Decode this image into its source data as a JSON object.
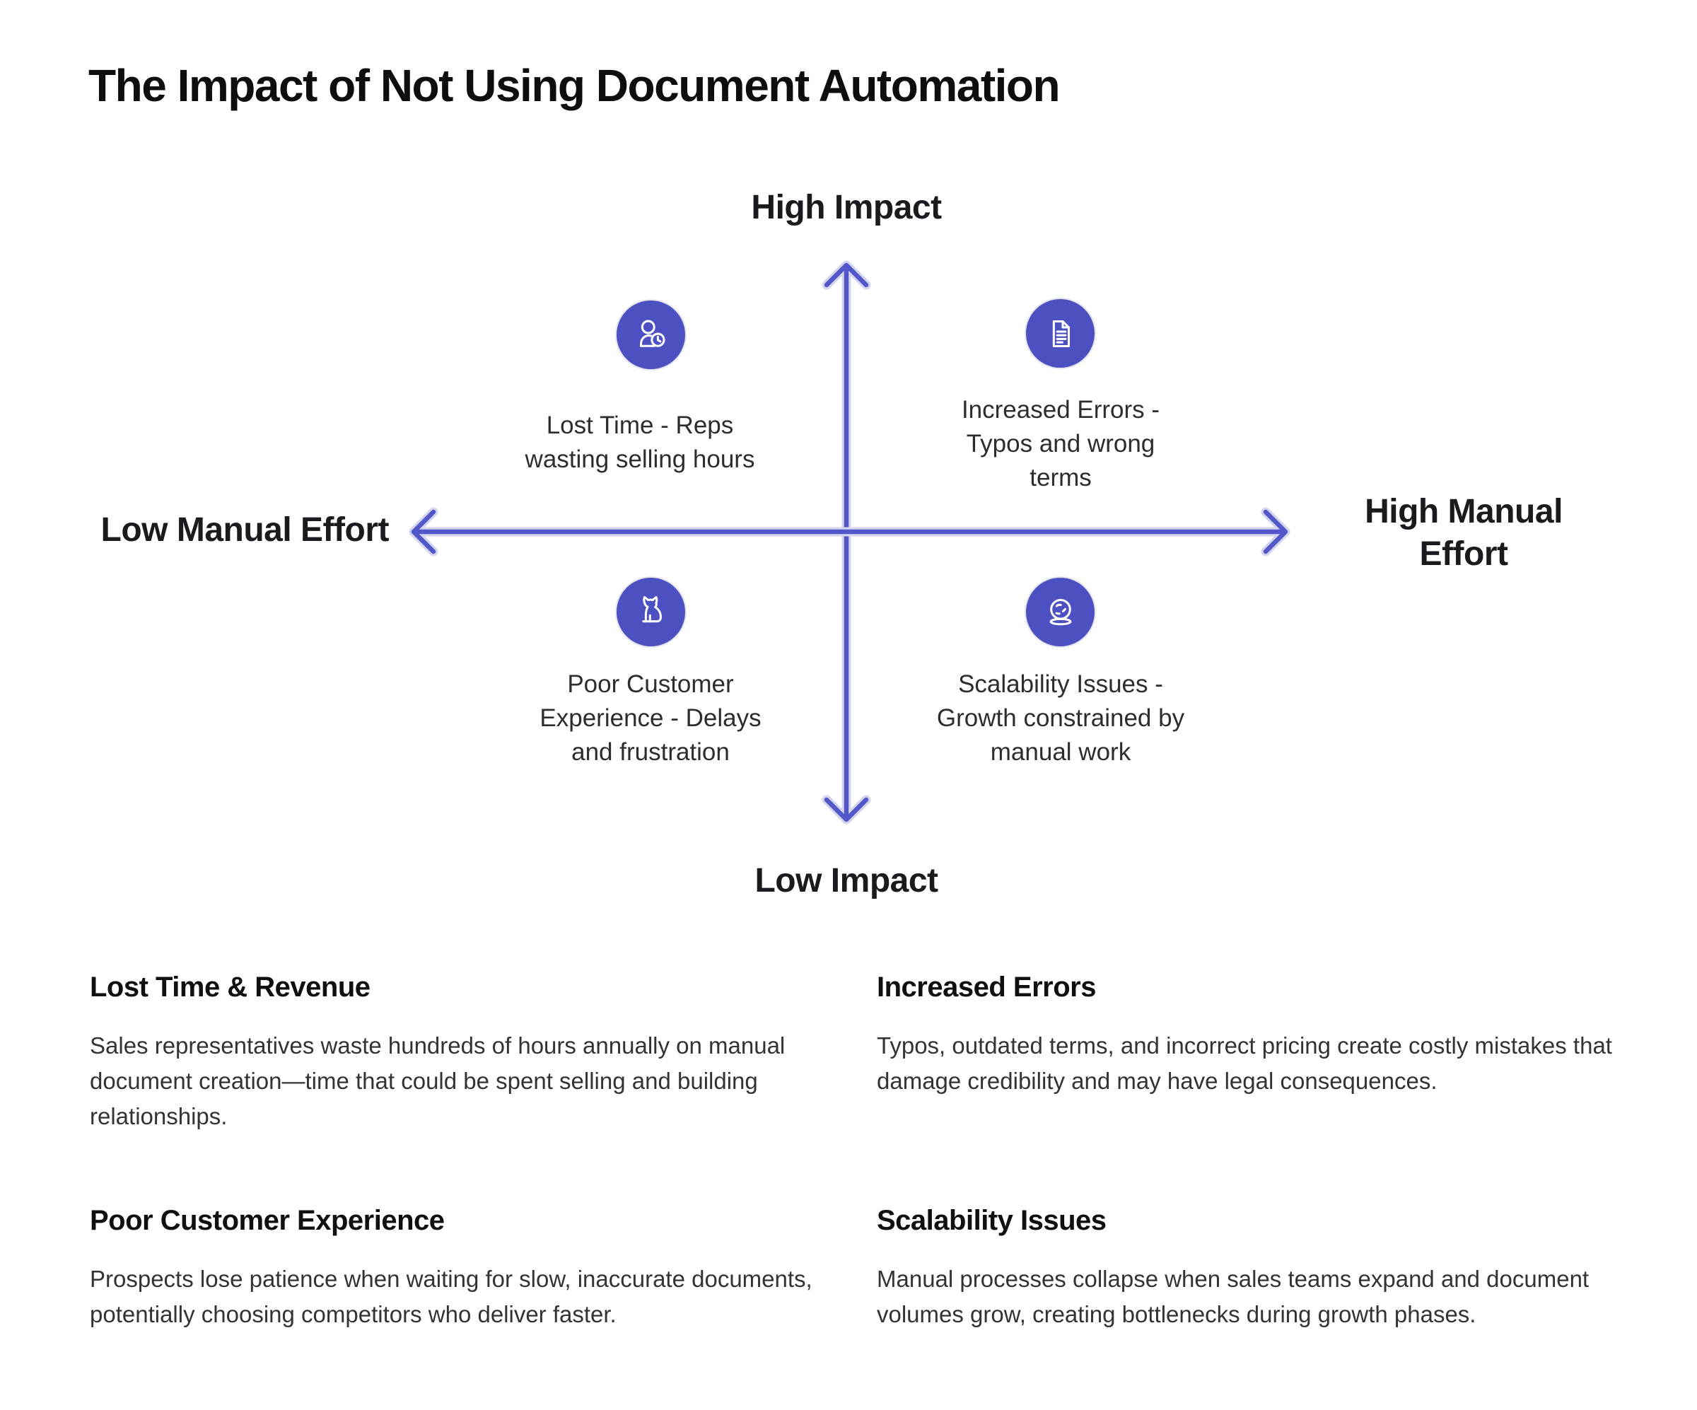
{
  "page": {
    "title": "The Impact of Not Using Document Automation"
  },
  "matrix": {
    "axis": {
      "top": "High Impact",
      "bottom": "Low Impact",
      "left": "Low Manual Effort",
      "right": "High Manual Effort"
    },
    "quadrants": [
      {
        "position": "top-left",
        "icon": "person-clock-icon",
        "label": "Lost Time - Reps\nwasting selling hours"
      },
      {
        "position": "top-right",
        "icon": "document-icon",
        "label": "Increased Errors -\nTypos and wrong\nterms"
      },
      {
        "position": "bottom-left",
        "icon": "cat-icon",
        "label": "Poor Customer\nExperience - Delays\nand frustration"
      },
      {
        "position": "bottom-right",
        "icon": "crystal-ball-icon",
        "label": "Scalability Issues -\nGrowth constrained by\nmanual work"
      }
    ]
  },
  "sections": [
    {
      "heading": "Lost Time & Revenue",
      "body": "Sales representatives waste hundreds of hours annually on manual\ndocument creation—time that could be spent selling and building\nrelationships."
    },
    {
      "heading": "Increased Errors",
      "body": "Typos, outdated terms, and incorrect pricing create costly mistakes that\ndamage credibility and may have legal consequences."
    },
    {
      "heading": "Poor Customer Experience",
      "body": "Prospects lose patience when waiting for slow, inaccurate documents,\npotentially choosing competitors who deliver faster."
    },
    {
      "heading": "Scalability Issues",
      "body": "Manual processes collapse when sales teams expand and document\nvolumes grow, creating bottlenecks during growth phases."
    }
  ],
  "colors": {
    "accent": "#4c50c0",
    "arrow": "#5457c9",
    "arrow_halo": "#d4d5ee",
    "icon_stroke": "#ffffff"
  }
}
